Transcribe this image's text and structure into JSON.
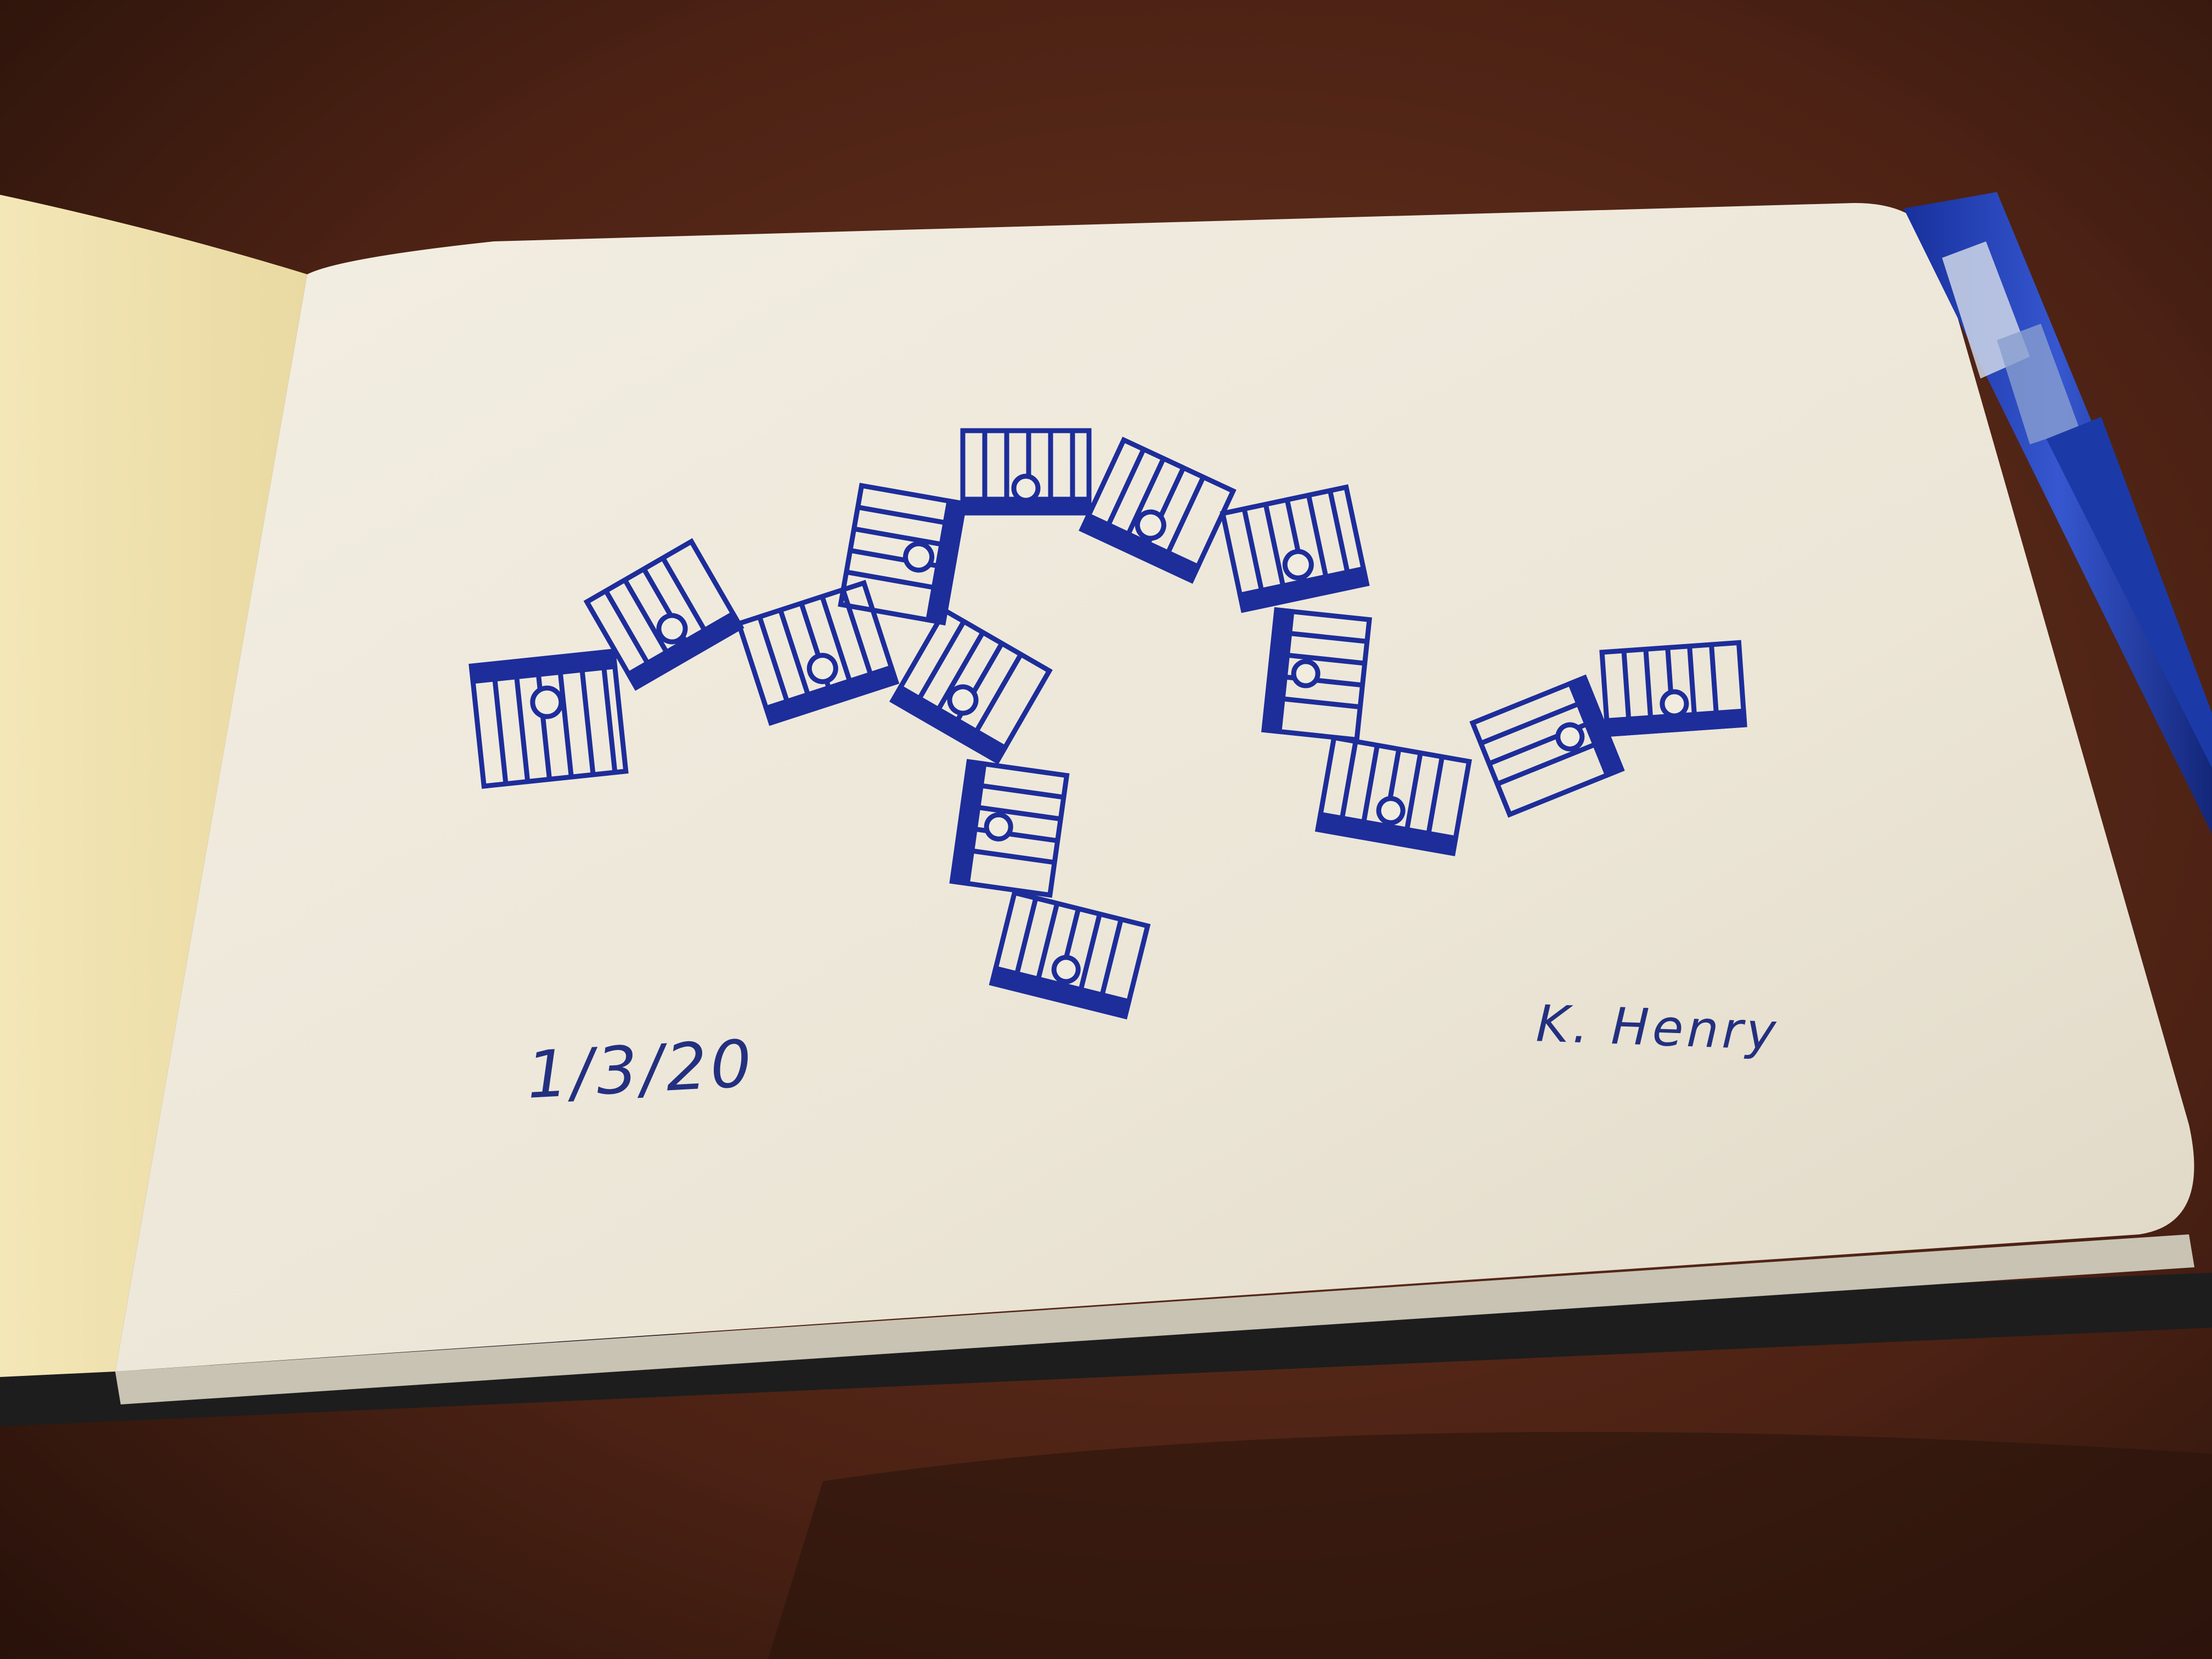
{
  "photo": {
    "date_note": "1/3/20",
    "signature": "K. Henry"
  },
  "colors": {
    "table": "#5a2a17",
    "page": "#f1ece0",
    "ink": "#1d2d9a"
  },
  "objects": [
    "table",
    "open-sketchbook",
    "ink-drawing-of-tiles",
    "blue-pen"
  ]
}
